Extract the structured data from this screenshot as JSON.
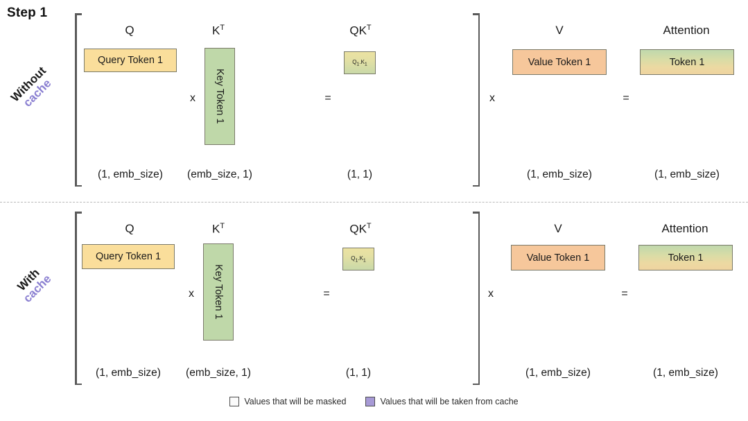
{
  "title": "Step 1",
  "colors": {
    "query": "#fade9b",
    "key": "#bfd8a9",
    "value": "#f6c79b",
    "cache_purple": "#a79ad6",
    "masked_white": "#fbfbfb",
    "bracket": "#5a5a5a",
    "accent_text": "#8a7fd1"
  },
  "panels": [
    {
      "id": "without-cache",
      "side_label_line1": "Without",
      "side_label_line2": "cache",
      "headers": {
        "q": "Q",
        "kt_base": "K",
        "kt_sup": "T",
        "qkt_base": "QK",
        "qkt_sup": "T",
        "v": "V",
        "attention": "Attention"
      },
      "boxes": {
        "query": "Query Token 1",
        "key": "Key Token 1",
        "qkt_q": "Q",
        "qkt_q_sub": "1",
        "qkt_dot": ".",
        "qkt_k": "K",
        "qkt_k_sub": "1",
        "value": "Value Token 1",
        "attention": "Token 1"
      },
      "operators": {
        "times1": "x",
        "equals1": "=",
        "times2": "x",
        "equals2": "="
      },
      "shapes": {
        "q": "(1, emb_size)",
        "kt": "(emb_size, 1)",
        "qkt": "(1, 1)",
        "v": "(1, emb_size)",
        "attention": "(1, emb_size)"
      }
    },
    {
      "id": "with-cache",
      "side_label_line1": "With",
      "side_label_line2": "cache",
      "headers": {
        "q": "Q",
        "kt_base": "K",
        "kt_sup": "T",
        "qkt_base": "QK",
        "qkt_sup": "T",
        "v": "V",
        "attention": "Attention"
      },
      "boxes": {
        "query": "Query Token 1",
        "key": "Key Token 1",
        "qkt_q": "Q",
        "qkt_q_sub": "1",
        "qkt_dot": ".",
        "qkt_k": "K",
        "qkt_k_sub": "1",
        "value": "Value Token 1",
        "attention": "Token 1"
      },
      "operators": {
        "times1": "x",
        "equals1": "=",
        "times2": "x",
        "equals2": "="
      },
      "shapes": {
        "q": "(1, emb_size)",
        "kt": "(emb_size, 1)",
        "qkt": "(1, 1)",
        "v": "(1, emb_size)",
        "attention": "(1, emb_size)"
      }
    }
  ],
  "legend": [
    {
      "swatch": "masked",
      "label": "Values that will be masked"
    },
    {
      "swatch": "cache",
      "label": "Values that will be taken from cache"
    }
  ]
}
